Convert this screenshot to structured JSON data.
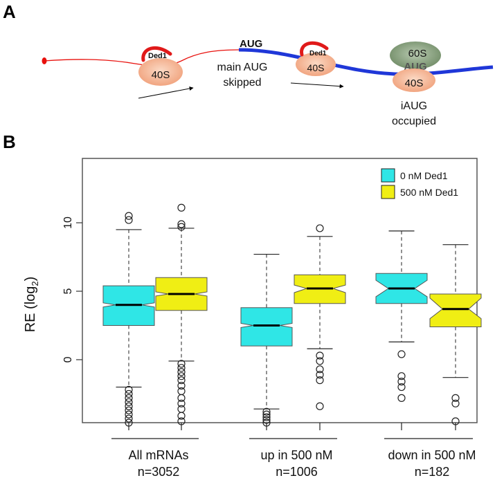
{
  "panel_a": {
    "letter": "A",
    "ribosome_40s_label": "40S",
    "ribosome_60s_label": "60S",
    "helicase_label": "Ded1",
    "main_codon_label": "AUG",
    "internal_codon_label": "AUG",
    "skip_caption": [
      "main AUG",
      "skipped"
    ],
    "occupied_caption": [
      "iAUG",
      "occupied"
    ]
  },
  "panel_b": {
    "letter": "B",
    "colors": {
      "0nM": "#2fe6e6",
      "500nM": "#f0ee14"
    },
    "chart_data": {
      "type": "boxplot",
      "ylabel": "RE (log",
      "ylabel_subscript": "2",
      "ylabel_suffix": ")",
      "ylim": [
        -4.6,
        14.7
      ],
      "yticks": [
        0,
        5,
        10
      ],
      "legend": {
        "placement": "top-right",
        "entries": [
          {
            "label": "0 nM Ded1",
            "color": "#2fe6e6"
          },
          {
            "label": "500 nM Ded1",
            "color": "#f0ee14"
          }
        ]
      },
      "groups": [
        {
          "name": "All mRNAs",
          "n_label": "n=3052"
        },
        {
          "name": "up in 500 nM",
          "n_label": "n=1006"
        },
        {
          "name": "down in 500 nM",
          "n_label": "n=182"
        }
      ],
      "boxes": [
        {
          "group": 0,
          "condition": "0nM",
          "q1": 2.5,
          "median": 4.0,
          "q3": 5.4,
          "notch_low": 3.85,
          "notch_high": 4.15,
          "whisker_low": -2.0,
          "whisker_high": 9.5,
          "outliers": [
            10.2,
            10.5,
            -2.2,
            -2.5,
            -2.8,
            -3.1,
            -3.4,
            -3.7,
            -4.0,
            -4.3,
            -4.6
          ]
        },
        {
          "group": 0,
          "condition": "500nM",
          "q1": 3.6,
          "median": 4.8,
          "q3": 6.0,
          "notch_low": 4.65,
          "notch_high": 4.95,
          "whisker_low": -0.1,
          "whisker_high": 9.6,
          "outliers": [
            11.1,
            9.9,
            9.7,
            -0.3,
            -0.6,
            -0.9,
            -1.2,
            -1.5,
            -1.9,
            -2.3,
            -2.8,
            -3.2,
            -3.6,
            -4.1,
            -4.5
          ]
        },
        {
          "group": 1,
          "condition": "0nM",
          "q1": 1.0,
          "median": 2.5,
          "q3": 3.8,
          "notch_low": 2.35,
          "notch_high": 2.65,
          "whisker_low": -3.6,
          "whisker_high": 7.7,
          "outliers": [
            -3.8,
            -4.0,
            -4.2,
            -4.4,
            -4.6
          ]
        },
        {
          "group": 1,
          "condition": "500nM",
          "q1": 4.1,
          "median": 5.2,
          "q3": 6.2,
          "notch_low": 4.9,
          "notch_high": 5.45,
          "whisker_low": 0.8,
          "whisker_high": 9.0,
          "outliers": [
            9.6,
            0.3,
            -0.1,
            -0.7,
            -1.1,
            -1.5,
            -3.4
          ]
        },
        {
          "group": 2,
          "condition": "0nM",
          "q1": 4.1,
          "median": 5.2,
          "q3": 6.3,
          "notch_low": 4.6,
          "notch_high": 5.8,
          "whisker_low": 1.3,
          "whisker_high": 9.4,
          "outliers": [
            0.4,
            -1.2,
            -1.6,
            -2.0,
            -2.8
          ]
        },
        {
          "group": 2,
          "condition": "500nM",
          "q1": 2.4,
          "median": 3.7,
          "q3": 4.8,
          "notch_low": 3.0,
          "notch_high": 4.5,
          "whisker_low": -1.3,
          "whisker_high": 8.4,
          "outliers": [
            -2.8,
            -3.2,
            -4.5
          ]
        }
      ]
    }
  }
}
